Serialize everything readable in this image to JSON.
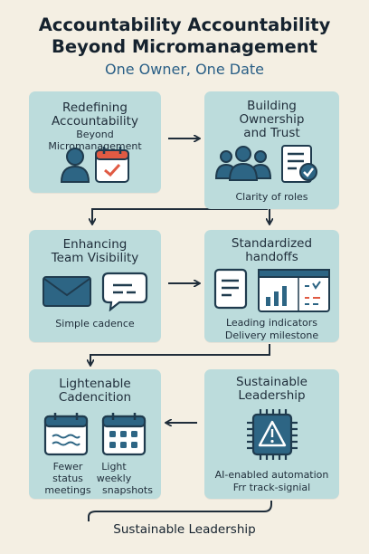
{
  "title": {
    "line1": "Accountability Accountability",
    "line2": "Beyond Micromanagement",
    "subtitle": "One Owner, One Date"
  },
  "cards": {
    "redefining": {
      "title1": "Redefining",
      "title2": "Accountability",
      "title3": "Beyond Micromanagement"
    },
    "building": {
      "title1": "Building",
      "title2": "Ownership",
      "title3": "and Trust",
      "caption": "Clarity of roles"
    },
    "enhancing": {
      "title1": "Enhancing",
      "title2": "Team Visibility",
      "caption": "Simple cadence"
    },
    "standardized": {
      "title1": "Standardized",
      "title2": "handoffs",
      "caption1": "Leading indicators",
      "caption2": "Delivery milestone"
    },
    "lightenable": {
      "title1": "Lightenable",
      "title2": "Cadencition",
      "left_caption1": "Fewer",
      "left_caption2": "status",
      "left_caption3": "meetings",
      "right_caption1": "Light",
      "right_caption2": "weekly",
      "right_caption3": "snapshots"
    },
    "sustainable": {
      "title1": "Sustainable",
      "title2": "Leadership",
      "caption1": "AI-enabled automation",
      "caption2": "Frr track-signial"
    }
  },
  "footer": "Sustainable Leadership",
  "colors": {
    "card": "#bcdcdc",
    "background": "#f4efe3",
    "accent_red": "#e05a43",
    "icon_blue": "#2d6584",
    "icon_dark": "#1f3b4e"
  },
  "icons": [
    "person-icon",
    "calendar-check-icon",
    "team-icon",
    "document-check-icon",
    "envelope-icon",
    "chat-bubble-icon",
    "checklist-icon",
    "dashboard-icon",
    "calendar-icon",
    "calendar-grid-icon",
    "warning-chip-icon"
  ]
}
